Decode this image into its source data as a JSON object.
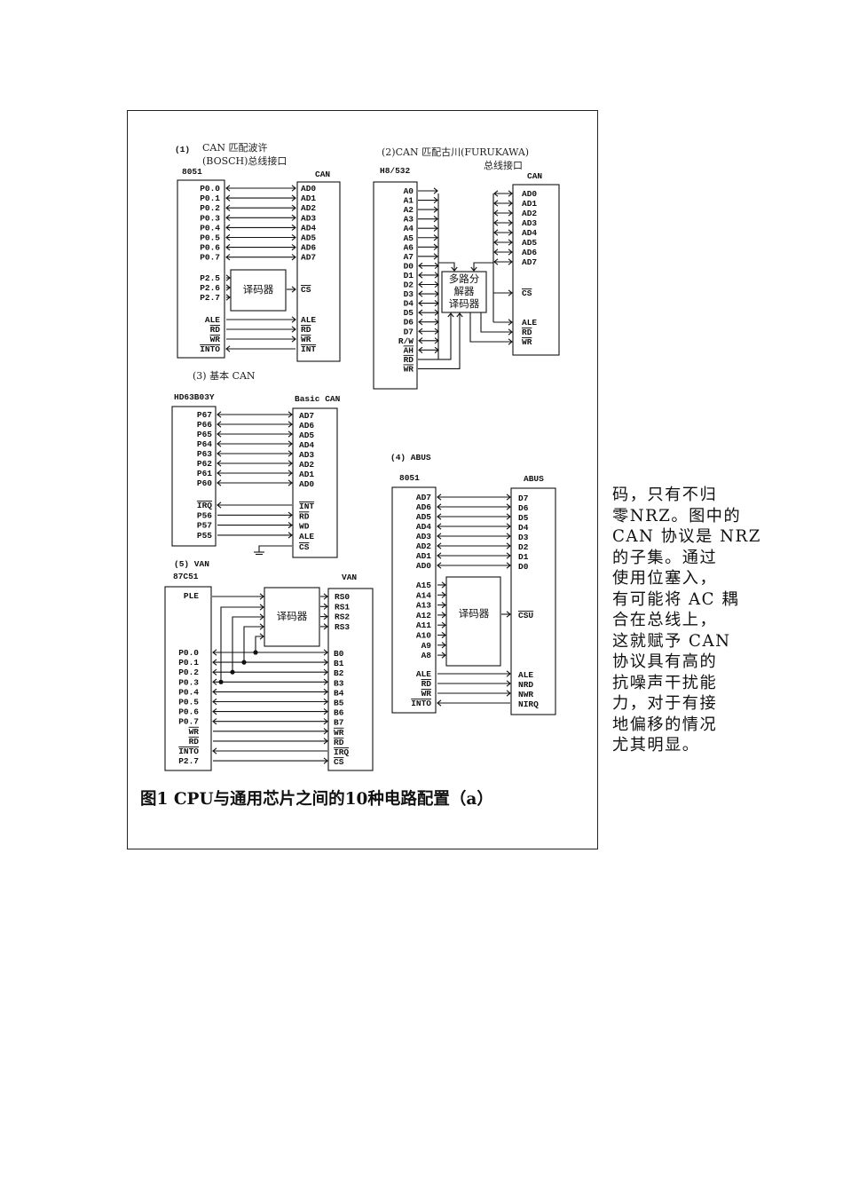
{
  "figure": {
    "caption": "图1  CPU与通用芯片之间的10种电路配置（a）",
    "d1": {
      "num": "(1)",
      "title1": "CAN 匹配波许",
      "title2": "(BOSCH)总线接口",
      "left_chip": "8051",
      "right_chip": "CAN",
      "left_pins": [
        "P0.0",
        "P0.1",
        "P0.2",
        "P0.3",
        "P0.4",
        "P0.5",
        "P0.6",
        "P0.7"
      ],
      "right_pins": [
        "AD0",
        "AD1",
        "AD2",
        "AD3",
        "AD4",
        "AD5",
        "AD6",
        "AD7"
      ],
      "dec_pins": [
        "P2.5",
        "P2.6",
        "P2.7"
      ],
      "decoder": "译码器",
      "cs": "CS",
      "ctrl_left": [
        "ALE",
        "RD",
        "WR",
        "INTO"
      ],
      "ctrl_right": [
        "ALE",
        "RD",
        "WR",
        "INT"
      ]
    },
    "d2": {
      "title1": "(2)CAN 匹配古川(FURUKAWA)",
      "title2": "总线接口",
      "left_chip": "H8/532",
      "right_chip": "CAN",
      "left_pins": [
        "A0",
        "A1",
        "A2",
        "A3",
        "A4",
        "A5",
        "A6",
        "A7",
        "D0",
        "D1",
        "D2",
        "D3",
        "D4",
        "D5",
        "D6",
        "D7",
        "R/W",
        "AH",
        "RD",
        "WR"
      ],
      "right_pins": [
        "AD0",
        "AD1",
        "AD2",
        "AD3",
        "AD4",
        "AD5",
        "AD6",
        "AD7"
      ],
      "mux": [
        "多路分",
        "解器",
        "译码器"
      ],
      "ctrl_right": [
        "CS",
        "ALE",
        "RD",
        "WR"
      ]
    },
    "d3": {
      "title": "(3) 基本 CAN",
      "left_chip": "HD63B03Y",
      "right_chip": "Basic CAN",
      "left_pins": [
        "P67",
        "P66",
        "P65",
        "P64",
        "P63",
        "P62",
        "P61",
        "P60"
      ],
      "right_pins": [
        "AD7",
        "AD6",
        "AD5",
        "AD4",
        "AD3",
        "AD2",
        "AD1",
        "AD0"
      ],
      "ctrl_left": [
        "IRQ",
        "P56",
        "P57",
        "P55"
      ],
      "ctrl_right": [
        "INT",
        "RD",
        "WD",
        "ALE",
        "CS"
      ]
    },
    "d4": {
      "title": "(4) ABUS",
      "left_chip": "8051",
      "right_chip": "ABUS",
      "left_pins": [
        "AD7",
        "AD6",
        "AD5",
        "AD4",
        "AD3",
        "AD2",
        "AD1",
        "AD0"
      ],
      "right_pins": [
        "D7",
        "D6",
        "D5",
        "D4",
        "D3",
        "D2",
        "D1",
        "D0"
      ],
      "addr_pins": [
        "A15",
        "A14",
        "A13",
        "A12",
        "A11",
        "A10",
        "A9",
        "A8"
      ],
      "decoder": "译码器",
      "csu": "CSU",
      "ctrl_left": [
        "ALE",
        "RD",
        "WR",
        "INTO"
      ],
      "ctrl_right": [
        "ALE",
        "NRD",
        "NWR",
        "NIRQ"
      ]
    },
    "d5": {
      "title": "(5) VAN",
      "left_chip": "87C51",
      "right_chip": "VAN",
      "ple": "PLE",
      "decoder": "译码器",
      "rs_pins": [
        "RS0",
        "RS1",
        "RS2",
        "RS3"
      ],
      "left_pins": [
        "P0.0",
        "P0.1",
        "P0.2",
        "P0.3",
        "P0.4",
        "P0.5",
        "P0.6",
        "P0.7",
        "WR",
        "RD",
        "INTO",
        "P2.7"
      ],
      "right_pins": [
        "B0",
        "B1",
        "B2",
        "B3",
        "B4",
        "B5",
        "B6",
        "B7",
        "WR",
        "RD",
        "IRQ",
        "CS"
      ]
    }
  },
  "side_text": [
    "码，只有不归",
    "零NRZ。图中的",
    "CAN 协议是 NRZ",
    "的子集。通过",
    "使用位塞入，",
    "有可能将 AC 耦",
    "合在总线上，",
    "这就赋予 CAN",
    "协议具有高的",
    "抗噪声干扰能",
    "力，对于有接",
    "地偏移的情况",
    "尤其明显。"
  ]
}
